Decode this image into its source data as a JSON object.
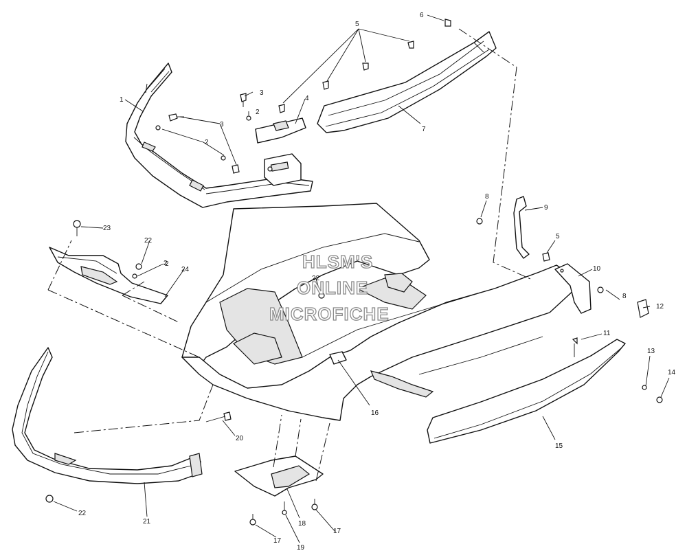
{
  "watermark": {
    "line1": "HLSM'S",
    "line2": "ONLINE",
    "line3": "MICROFICHE"
  },
  "callouts": [
    "1",
    "2",
    "3",
    "3",
    "2",
    "2",
    "4",
    "5",
    "6",
    "7",
    "8",
    "9",
    "5",
    "10",
    "8",
    "11",
    "12",
    "13",
    "14",
    "15",
    "16",
    "17",
    "17",
    "18",
    "19",
    "20",
    "21",
    "22",
    "22",
    "2",
    "23",
    "24",
    "22"
  ]
}
